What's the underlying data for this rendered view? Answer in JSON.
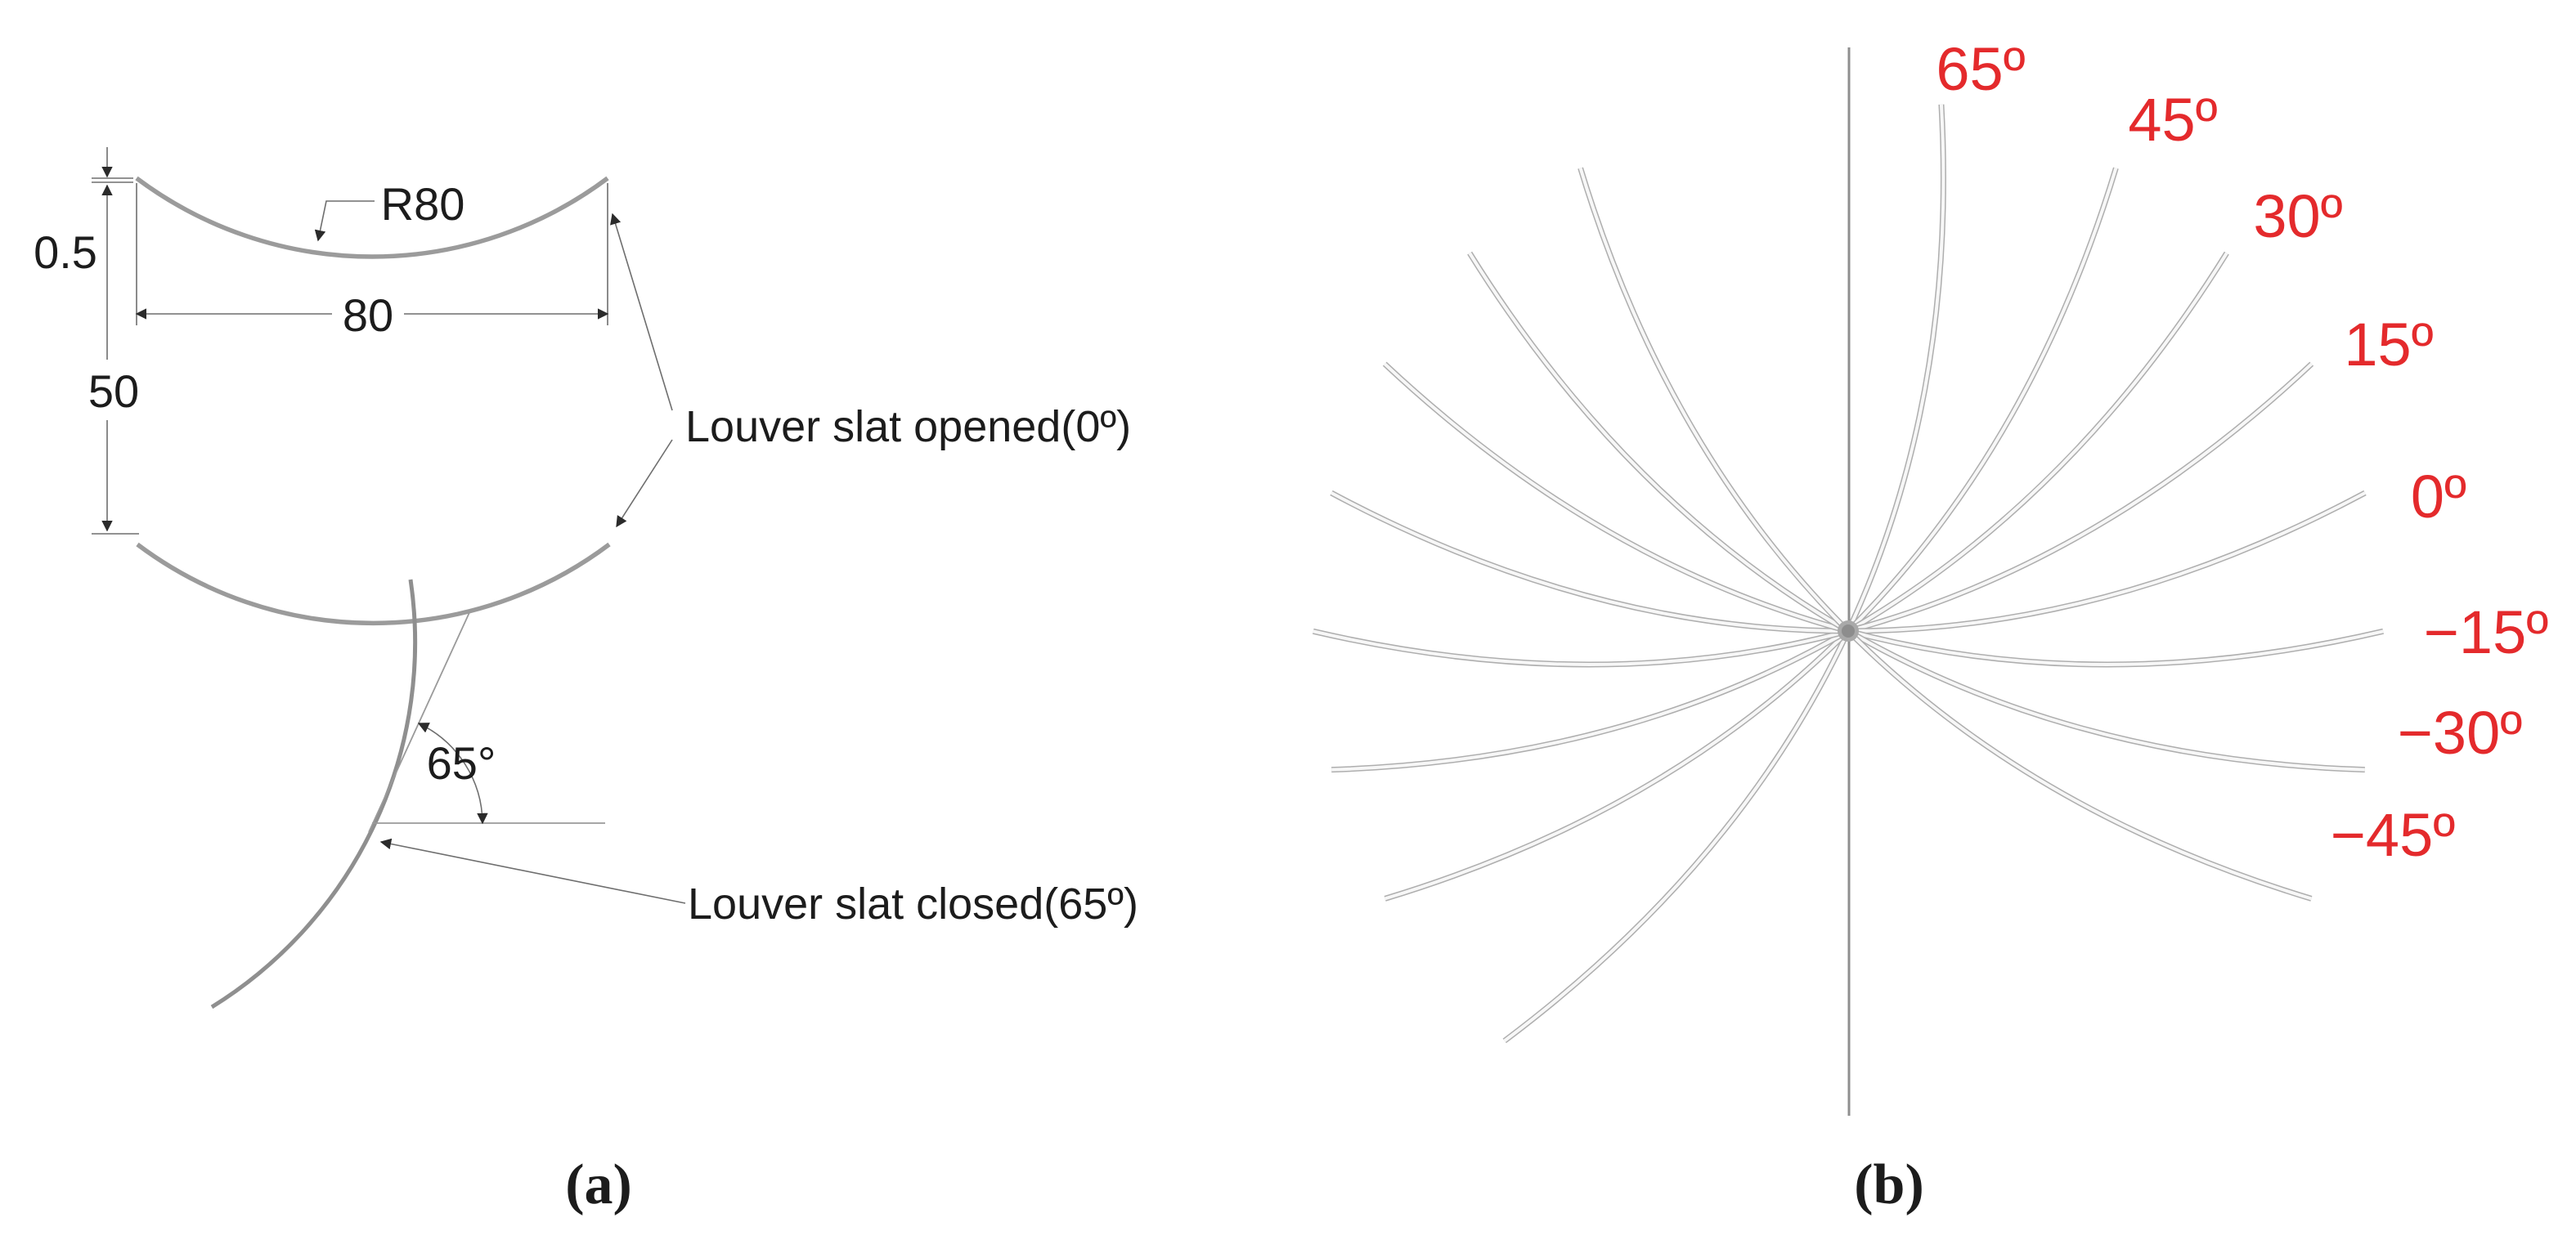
{
  "figure": {
    "panel_a": {
      "caption": "(a)",
      "dim_thickness": "0.5",
      "dim_width": "80",
      "dim_radius": "R80",
      "dim_spacing": "50",
      "dim_angle": "65°",
      "label_opened": "Louver slat opened(0º)",
      "label_closed": "Louver slat closed(65º)"
    },
    "panel_b": {
      "caption": "(b)",
      "angle_labels": [
        "65º",
        "45º",
        "30º",
        "15º",
        "0º",
        "−15º",
        "−30º",
        "−45º"
      ],
      "slat_angles_deg": [
        65,
        45,
        30,
        15,
        0,
        -15,
        -30,
        -45
      ]
    },
    "colors": {
      "angle_label_red": "#e42a2c",
      "slat_gray": "#9b9b9b",
      "fan_slat_outline": "#aeaeae",
      "fan_slat_core": "#f7f7f7",
      "construction_line": "#6e6e6e"
    }
  }
}
